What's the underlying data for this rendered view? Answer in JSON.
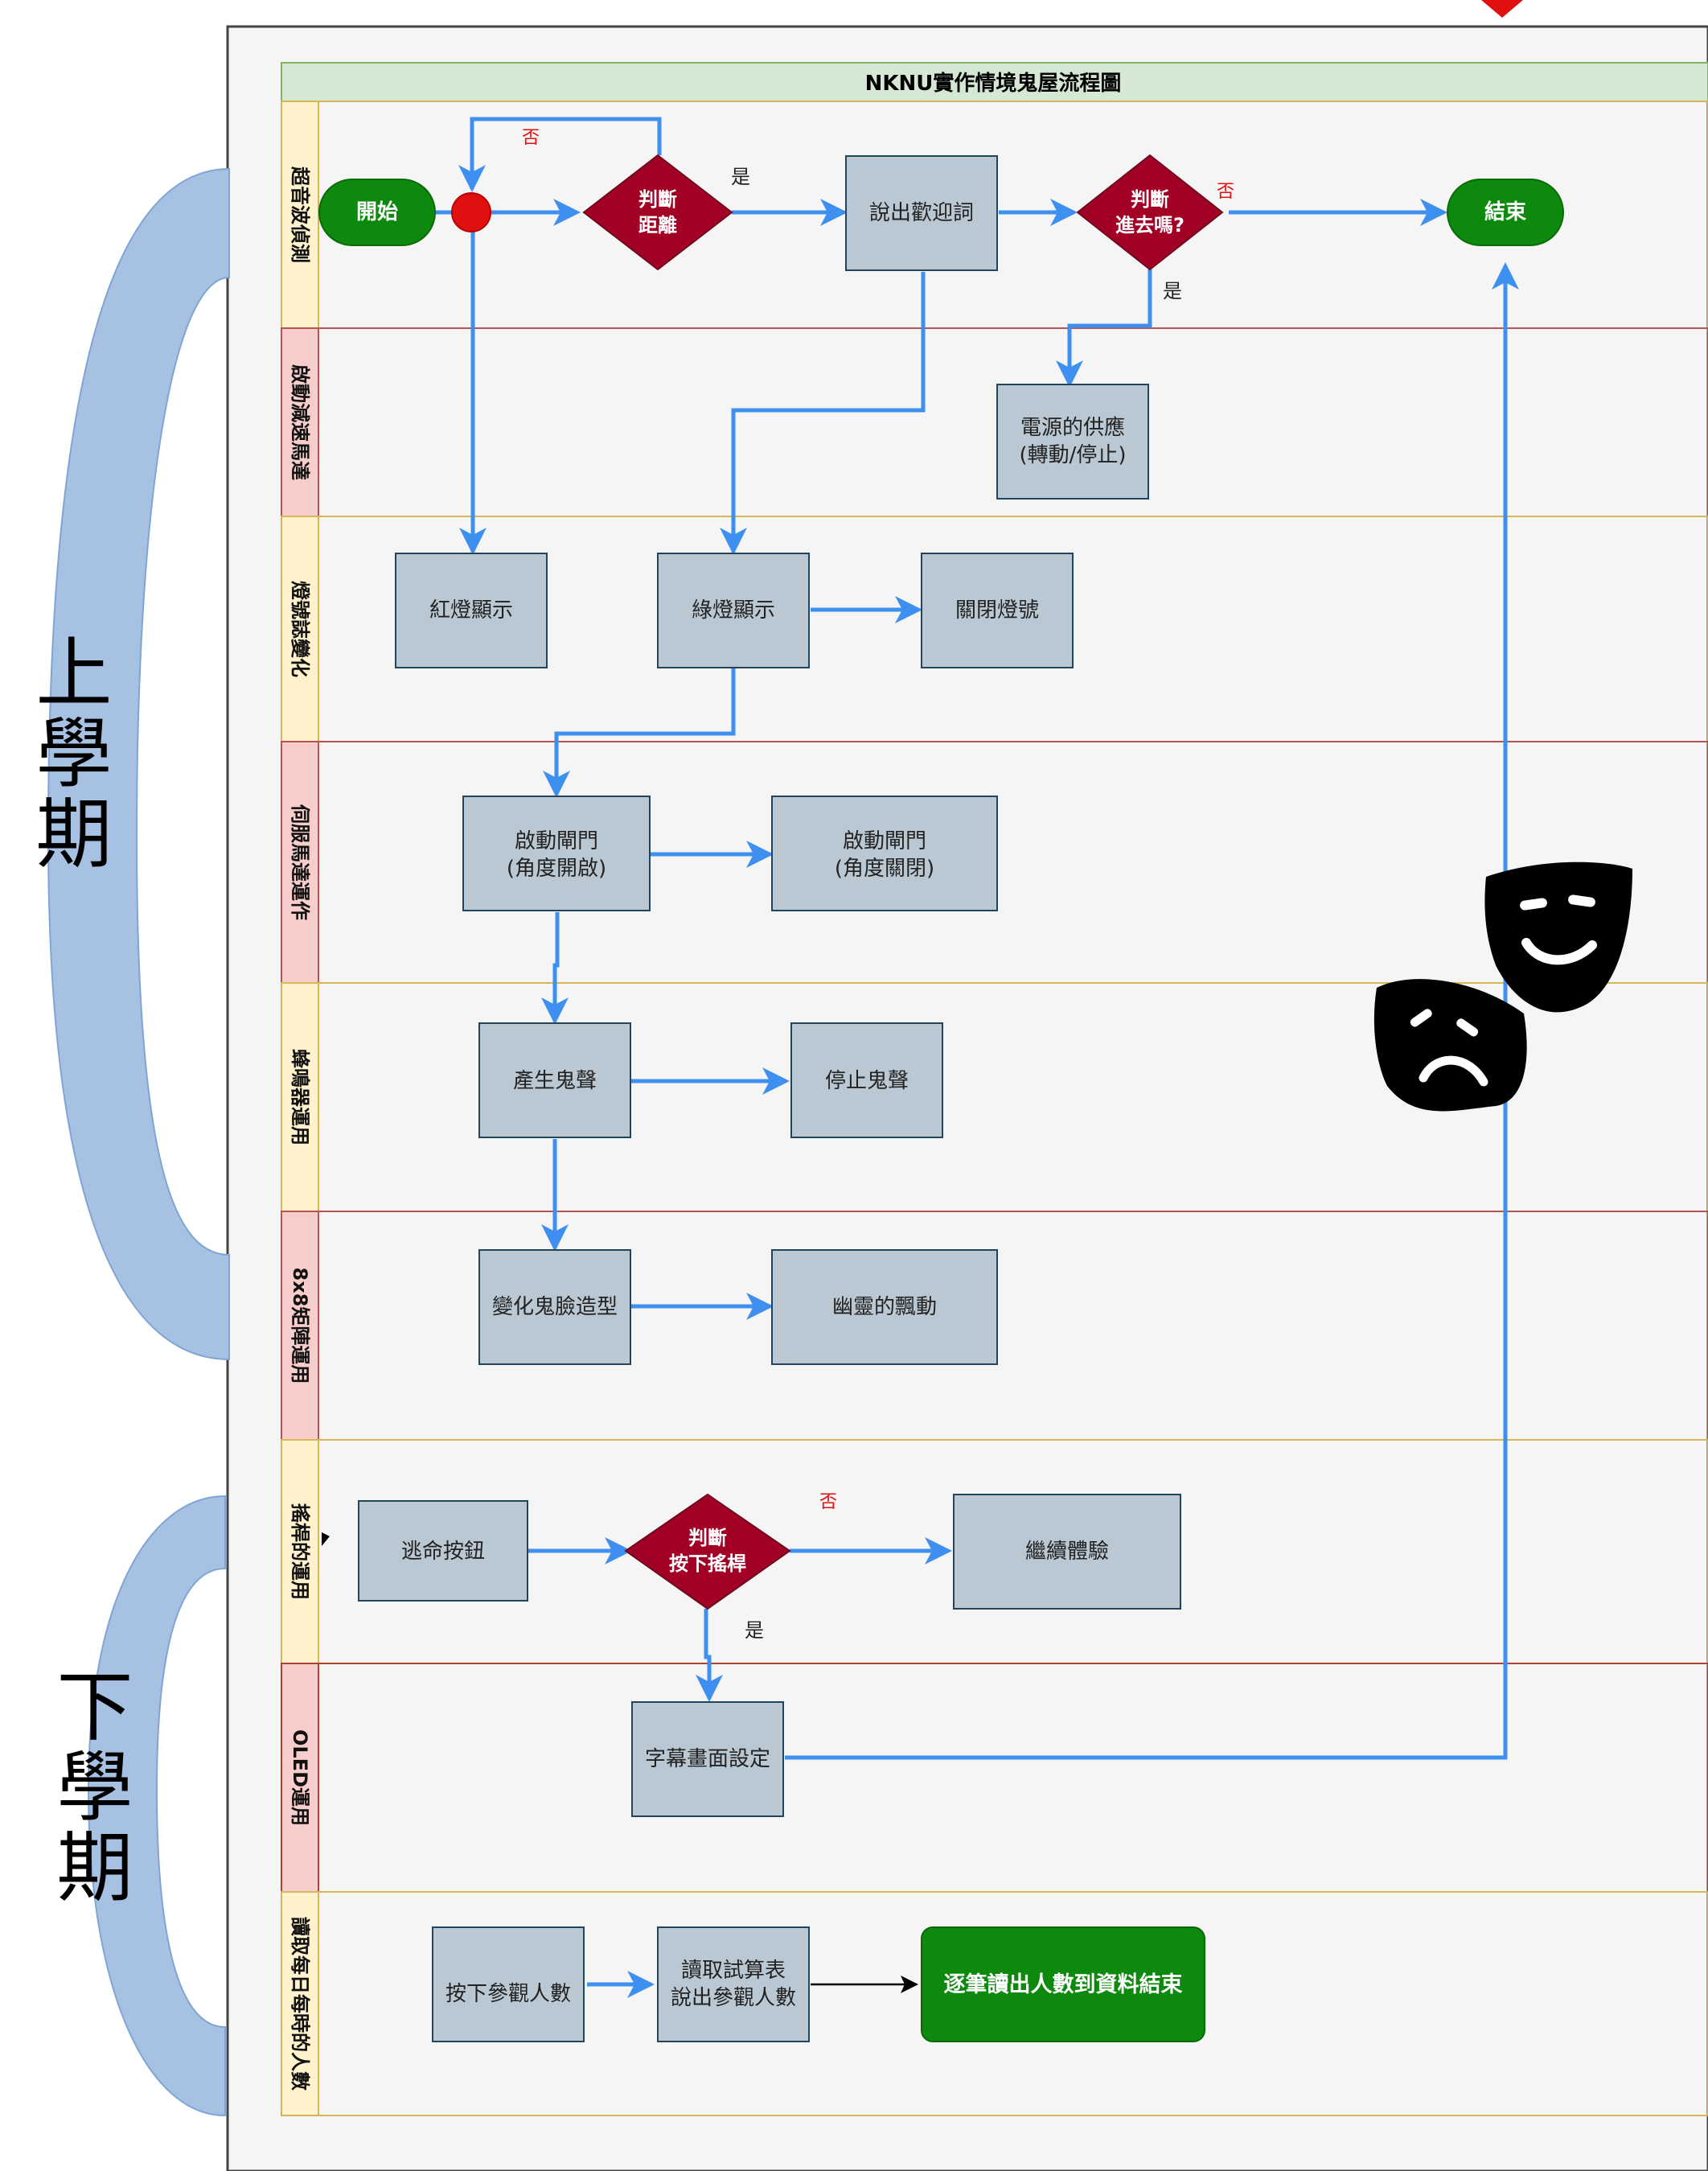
{
  "title": "NKNU實作情境鬼屋流程圖",
  "lanes": [
    {
      "label": "超音波偵測"
    },
    {
      "label": "啟動減速馬達"
    },
    {
      "label": "燈號誌變化"
    },
    {
      "label": "伺服馬達運作"
    },
    {
      "label": "蜂鳴器運用"
    },
    {
      "label": "8x8矩陣運用"
    },
    {
      "label": "搖桿的運用"
    },
    {
      "label": "OLED運用"
    },
    {
      "label": "讀取每日每時的人數"
    }
  ],
  "semesters": {
    "upper": "上學期",
    "lower": "下學期"
  },
  "nodes": {
    "start": "開始",
    "end": "結束",
    "judge_distance_1": "判斷",
    "judge_distance_2": "距離",
    "say_welcome": "說出歡迎詞",
    "judge_enter_1": "判斷",
    "judge_enter_2": "進去嗎?",
    "power_1": "電源的供應",
    "power_2": "(轉動/停止)",
    "red_light": "紅燈顯示",
    "green_light": "綠燈顯示",
    "lights_off": "關閉燈號",
    "gate_open_1": "啟動閘門",
    "gate_open_2": "(角度開啟)",
    "gate_close_1": "啟動閘門",
    "gate_close_2": "(角度關閉)",
    "ghost_sound": "產生鬼聲",
    "stop_sound": "停止鬼聲",
    "ghost_face": "變化鬼臉造型",
    "ghost_move": "幽靈的飄動",
    "escape_button": "逃命按鈕",
    "judge_joystick_1": "判斷",
    "judge_joystick_2": "按下搖桿",
    "continue_exp": "繼續體驗",
    "subtitle_setting": "字幕畫面設定",
    "press_count": "按下參觀人數",
    "read_sheet_1": "讀取試算表",
    "read_sheet_2": "說出參觀人數",
    "output_count": "逐筆讀出人數到資料結束"
  },
  "edge_labels": {
    "no_1": "否",
    "yes_1": "是",
    "no_2": "否",
    "yes_2": "是",
    "no_3": "否",
    "yes_3": "是"
  },
  "colors": {
    "arrow": "#3d8ff0",
    "diamond": "#a20025",
    "terminal_green": "#0d8a0d",
    "process_box": "#bac8d3",
    "header_green": "#d5e8d4",
    "lane_yellow": "#fff2cc",
    "lane_pink": "#f8cecc",
    "semester_bracket": "#a7c1e2",
    "junction_red": "#e01010"
  },
  "icons": {
    "masks": "theater-masks-icon"
  }
}
